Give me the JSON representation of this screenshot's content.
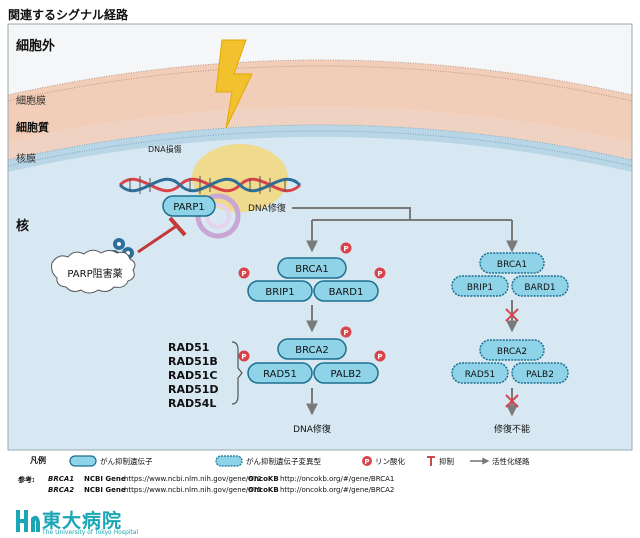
{
  "title": "関連するシグナル経路",
  "regions": {
    "extracellular": "細胞外",
    "membrane": "細胞膜",
    "cytoplasm": "細胞質",
    "nuclear_membrane": "核膜",
    "nucleus": "核"
  },
  "dna_damage": "DNA損傷",
  "parp1": "PARP1",
  "dna_repair_label": "DNA修復",
  "parp_inhibitor": "PARP阻害薬",
  "left_pathway": {
    "brca1": "BRCA1",
    "brip1": "BRIP1",
    "bard1": "BARD1",
    "brca2": "BRCA2",
    "rad51": "RAD51",
    "palb2": "PALB2",
    "outcome": "DNA修復"
  },
  "right_pathway": {
    "brca1": "BRCA1",
    "brip1": "BRIP1",
    "bard1": "BARD1",
    "brca2": "BRCA2",
    "rad51": "RAD51",
    "palb2": "PALB2",
    "outcome": "修復不能"
  },
  "rad_list": [
    "RAD51",
    "RAD51B",
    "RAD51C",
    "RAD51D",
    "RAD54L"
  ],
  "phospho_symbol": "P",
  "legend": {
    "heading": "凡例",
    "tumor_suppressor": "がん抑制遺伝子",
    "tumor_suppressor_mutant": "がん抑制遺伝子変異型",
    "phosphorylation": "リン酸化",
    "inhibition": "抑制",
    "activation": "活性化経路"
  },
  "references": {
    "heading": "参考:",
    "rows": [
      {
        "gene": "BRCA1",
        "db1": "NCBI Gene",
        "url1": "https://www.ncbi.nlm.nih.gov/gene/672",
        "db2": "OncoKB",
        "url2": "http://oncokb.org/#/gene/BRCA1"
      },
      {
        "gene": "BRCA2",
        "db1": "NCBI Gene",
        "url1": "https://www.ncbi.nlm.nih.gov/gene/675",
        "db2": "OncoKB",
        "url2": "http://oncokb.org/#/gene/BRCA2"
      }
    ]
  },
  "hospital": {
    "name": "東大病院",
    "subtitle": "The University of Tokyo Hospital"
  },
  "colors": {
    "extracellular": "#f4f6f7",
    "membrane": "#f2cdb7",
    "nucleus": "#d7e8f3",
    "protein_fill": "#8fd3e8",
    "protein_stroke": "#1c6f8f",
    "phospho": "#d9434a",
    "inhibit": "#c23a3a",
    "arrow": "#7a7a7a",
    "accent": "#1aa6b5"
  }
}
